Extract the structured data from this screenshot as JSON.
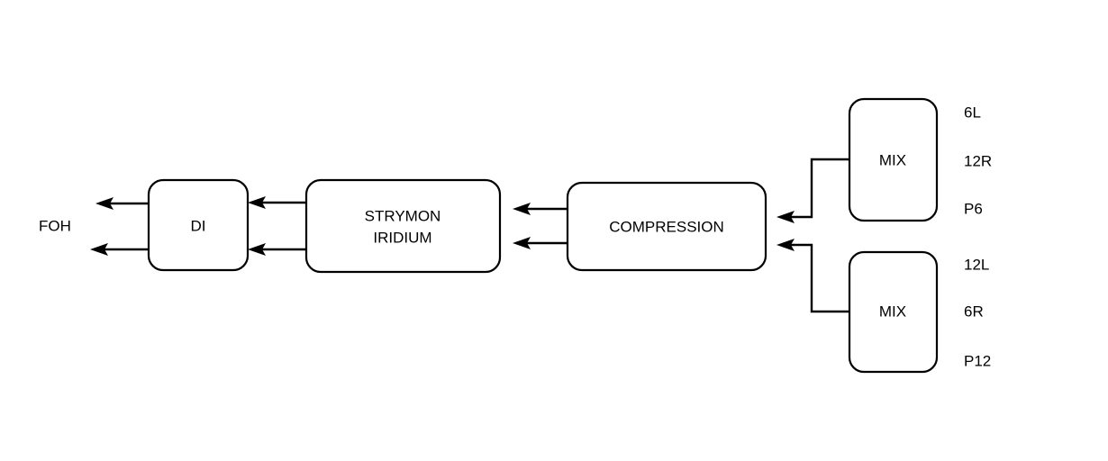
{
  "diagram": {
    "type": "signal-flow",
    "title": "",
    "background_color": "#ffffff",
    "line_color": "#000000",
    "nodes": [
      {
        "id": "di",
        "label": "DI"
      },
      {
        "id": "strymon",
        "label_line1": "STRYMON",
        "label_line2": "IRIDIUM"
      },
      {
        "id": "compression",
        "label": "COMPRESSION"
      },
      {
        "id": "mix_top",
        "label": "MIX"
      },
      {
        "id": "mix_bottom",
        "label": "MIX"
      }
    ],
    "output_label": "FOH",
    "mix_top_channels": [
      "6L",
      "12R",
      "P6"
    ],
    "mix_bottom_channels": [
      "12L",
      "6R",
      "P12"
    ]
  }
}
